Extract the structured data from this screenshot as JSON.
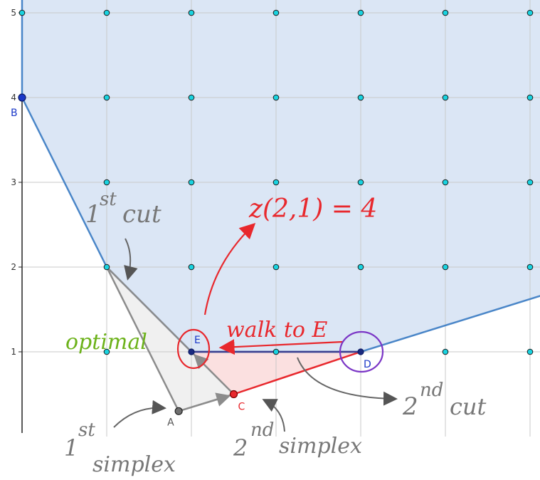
{
  "axis": {
    "y_ticks": [
      {
        "value": 1,
        "label": "1"
      },
      {
        "value": 2,
        "label": "2"
      },
      {
        "value": 3,
        "label": "3"
      },
      {
        "value": 4,
        "label": "4"
      },
      {
        "value": 5,
        "label": "5"
      }
    ],
    "x_range": [
      0,
      6.2
    ],
    "y_range": [
      0,
      5.1
    ],
    "grid": true
  },
  "colors": {
    "feasible_fill": "#dbe6f5",
    "boundary": "#4a86c8",
    "lattice_point": "#19d3e0",
    "cut_line": "#3c3f8f",
    "red": "#e8282d",
    "green": "#6cb21a",
    "purple": "#7b36c6",
    "gray": "#8c8c8c",
    "dark_gray": "#555555"
  },
  "lattice_points": [
    [
      1,
      1
    ],
    [
      2,
      1
    ],
    [
      3,
      1
    ],
    [
      4,
      1
    ],
    [
      5,
      1
    ],
    [
      6,
      1
    ],
    [
      1,
      2
    ],
    [
      2,
      2
    ],
    [
      3,
      2
    ],
    [
      4,
      2
    ],
    [
      5,
      2
    ],
    [
      6,
      2
    ],
    [
      1,
      3
    ],
    [
      2,
      3
    ],
    [
      3,
      3
    ],
    [
      4,
      3
    ],
    [
      5,
      3
    ],
    [
      6,
      3
    ],
    [
      1,
      4
    ],
    [
      2,
      4
    ],
    [
      3,
      4
    ],
    [
      4,
      4
    ],
    [
      5,
      4
    ],
    [
      6,
      4
    ],
    [
      1,
      5
    ],
    [
      2,
      5
    ],
    [
      3,
      5
    ],
    [
      4,
      5
    ],
    [
      5,
      5
    ],
    [
      6,
      5
    ],
    [
      0,
      5
    ]
  ],
  "points": {
    "B": {
      "label": "B",
      "x": 0,
      "y": 4
    },
    "E": {
      "label": "E",
      "x": 2,
      "y": 1
    },
    "D": {
      "label": "D",
      "x": 4,
      "y": 1
    },
    "C": {
      "label": "C",
      "x": 2.5,
      "y": 0.5
    },
    "A": {
      "label": "A",
      "x": 1.85,
      "y": 0.3
    }
  },
  "annotations": {
    "first_cut_1": "1",
    "first_cut_st": "st",
    "first_cut_word": "cut",
    "z_value": "z(2,1) = 4",
    "optimal": "optimal",
    "walk_to_e": "walk to E",
    "second_cut_2": "2",
    "second_cut_nd": "nd",
    "second_cut_word": "cut",
    "first_simplex_1": "1",
    "first_simplex_st": "st",
    "first_simplex_word": "simplex",
    "second_simplex_2": "2",
    "second_simplex_nd": "nd",
    "second_simplex_word": "simplex"
  }
}
